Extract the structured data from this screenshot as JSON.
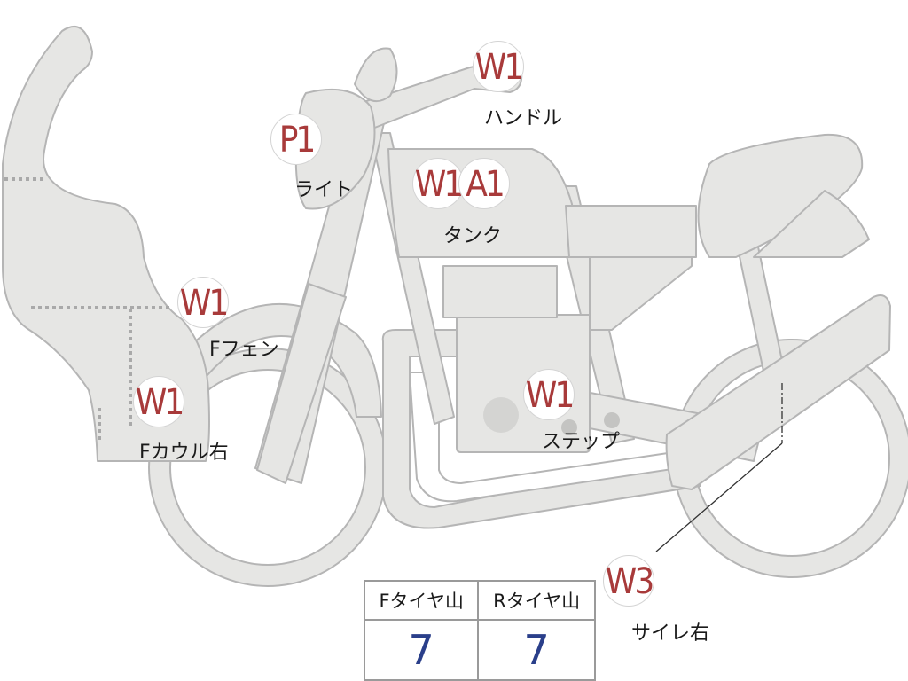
{
  "damage_marks": [
    {
      "id": "handle",
      "code": "W1",
      "part": "ハンドル"
    },
    {
      "id": "light",
      "code": "P1",
      "part": "ライト"
    },
    {
      "id": "tank",
      "codes": [
        "W1",
        "A1"
      ],
      "part": "タンク"
    },
    {
      "id": "f-fender",
      "code": "W1",
      "part": "Fフェン"
    },
    {
      "id": "f-cowl-right",
      "code": "W1",
      "part": "Fカウル右"
    },
    {
      "id": "step",
      "code": "W1",
      "part": "ステップ"
    },
    {
      "id": "muffler-right",
      "code": "W3",
      "part": "サイレ右"
    }
  ],
  "tire_table": {
    "front_label": "Fタイヤ山",
    "rear_label": "Rタイヤ山",
    "front_value": "7",
    "rear_value": "7"
  },
  "colors": {
    "bike_fill": "#e6e6e4",
    "bike_stroke": "#b5b5b5",
    "mark_red": "#a83a3a",
    "value_blue": "#2a3f8a"
  }
}
